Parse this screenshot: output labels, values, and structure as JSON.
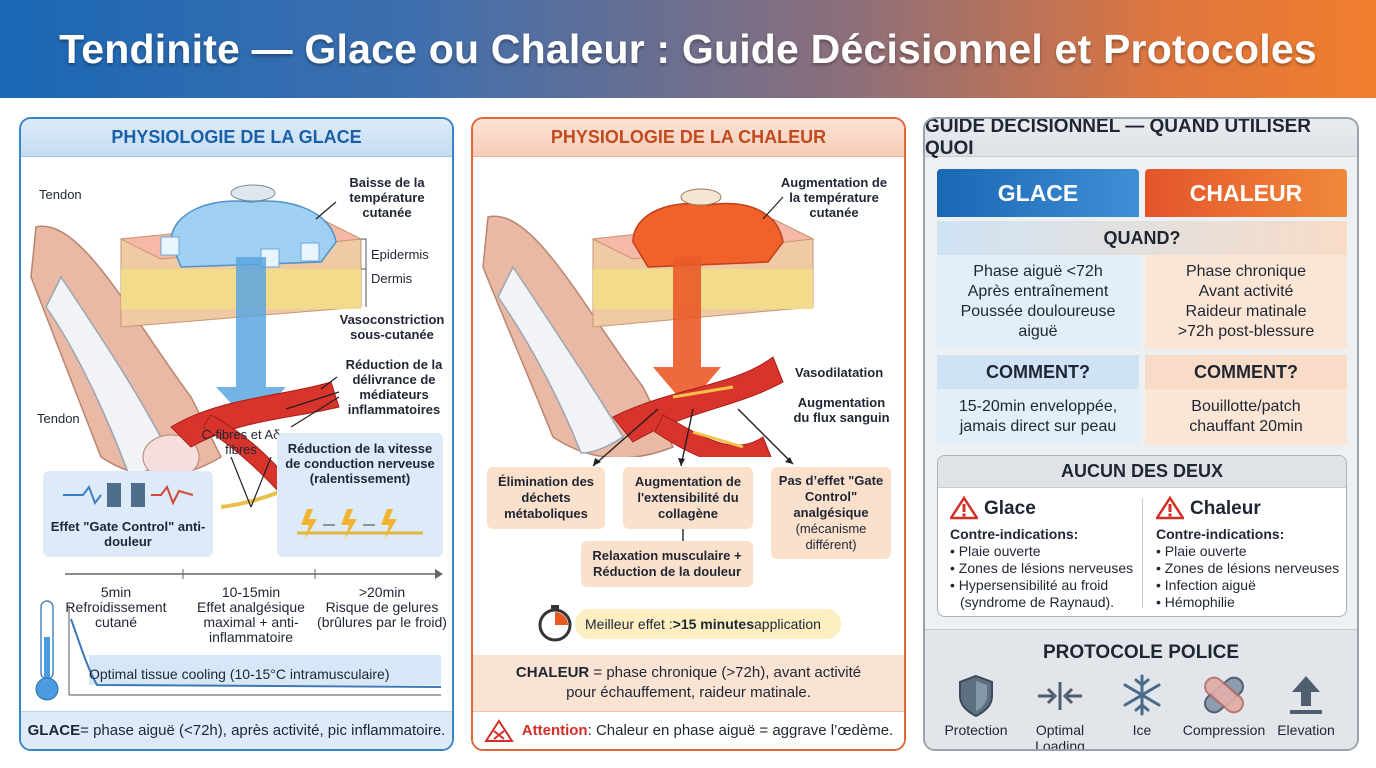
{
  "title": "Tendinite — Glace ou Chaleur : Guide Décisionnel et Protocoles",
  "ice_panel": {
    "header": "PHYSIOLOGIE DE LA GLACE",
    "labels": {
      "tendon_top": "Tendon",
      "tendon_bottom": "Tendon",
      "skin_temp": "Baisse de la température cutanée",
      "epidermis": "Epidermis",
      "dermis": "Dermis",
      "vasoconstriction": "Vasoconstriction sous-cutanée",
      "mediators": "Réduction de la délivrance de médiateurs inflammatoires",
      "fibres": "C-fibres et Aδ fibres",
      "nerve": "Réduction de la vitesse de conduction nerveuse (ralentissement)",
      "gate": "Effet \"Gate Control\" anti-douleur"
    },
    "timeline": [
      {
        "time": "5min",
        "desc": "Refroidissement cutané"
      },
      {
        "time": "10-15min",
        "desc": "Effet analgésique maximal + anti-inflammatoire"
      },
      {
        "time": ">20min",
        "desc": "Risque de gelures (brûlures par le froid)"
      }
    ],
    "optimal": "Optimal tissue cooling (10-15°C intramusculaire)",
    "footer_bold": "GLACE",
    "footer_text": " = phase aiguë (<72h), après activité, pic inflammatoire."
  },
  "heat_panel": {
    "header": "PHYSIOLOGIE DE LA CHALEUR",
    "labels": {
      "skin_temp": "Augmentation de la température cutanée",
      "vasodilatation": "Vasodilatation",
      "flow": "Augmentation du flux sanguin"
    },
    "effects": {
      "waste": "Élimination des déchets métaboliques",
      "collagen": "Augmentation de l'extensibilité du collagène",
      "gate_title": "Pas d’effet \"Gate Control\" analgésique",
      "gate_sub": "(mécanisme différent)",
      "relax": "Relaxation musculaire + Réduction de la douleur"
    },
    "best_prefix": "Meilleur effet : ",
    "best_bold": ">15 minutes",
    "best_suffix": " application",
    "footer_bold": "CHALEUR",
    "footer_line1": " = phase chronique (>72h), avant activité",
    "footer_line2": "pour échauffement, raideur matinale.",
    "warning_bold": "Attention",
    "warning_text": " : Chaleur en phase aiguë = aggrave l’œdème."
  },
  "guide_panel": {
    "header": "GUIDE DÉCISIONNEL — QUAND UTILISER QUOI",
    "ice_label": "GLACE",
    "heat_label": "CHALEUR",
    "when_label": "QUAND?",
    "when_ice": [
      "Phase aiguë <72h",
      "Après entraînement",
      "Poussée douloureuse",
      "aiguë"
    ],
    "when_heat": [
      "Phase chronique",
      "Avant activité",
      "Raideur matinale",
      ">72h post-blessure"
    ],
    "how_label": "COMMENT?",
    "how_ice": [
      "15-20min enveloppée,",
      "jamais direct sur peau"
    ],
    "how_heat": [
      "Bouillotte/patch",
      "chauffant 20min"
    ],
    "neither": {
      "header": "AUCUN DES DEUX",
      "ice_title": "Glace",
      "heat_title": "Chaleur",
      "sub": "Contre-indications:",
      "ice_items": [
        "• Plaie ouverte",
        "• Zones de lésions nerveuses",
        "• Hypersensibilité au froid",
        "(syndrome de Raynaud)."
      ],
      "heat_items": [
        "• Plaie ouverte",
        "• Zones de lésions nerveuses",
        "• Infection aiguë",
        "• Hémophilie"
      ]
    },
    "police": {
      "header": "PROTOCOLE POLICE",
      "items": [
        "Protection",
        "Optimal Loading",
        "Ice",
        "Compression",
        "Elevation"
      ]
    }
  },
  "colors": {
    "ice_blue": "#1a67b4",
    "heat_orange": "#f07e2e",
    "warning_red": "#d22f27"
  }
}
